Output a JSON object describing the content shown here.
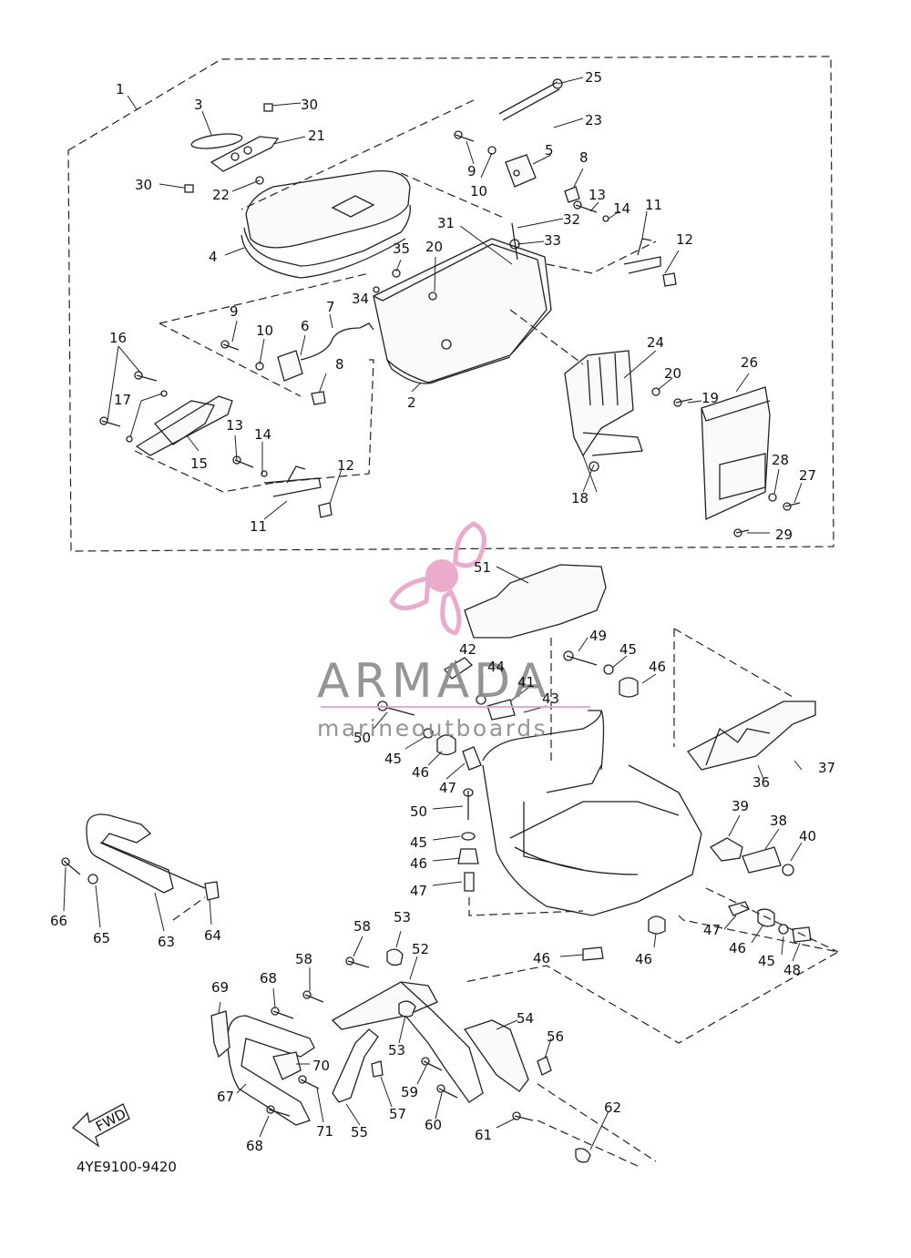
{
  "diagram": {
    "code": "4YE9100-9420",
    "fwd_label": "FWD"
  },
  "watermark": {
    "brand": "ARMADA",
    "tagline": "marineoutboards",
    "accent": "#e8a3c8"
  },
  "labels": {
    "p1": "1",
    "p2": "2",
    "p3": "3",
    "p4": "4",
    "p5": "5",
    "p6": "6",
    "p7": "7",
    "p8a": "8",
    "p8b": "8",
    "p9a": "9",
    "p9b": "9",
    "p10a": "10",
    "p10b": "10",
    "p11a": "11",
    "p11b": "11",
    "p12a": "12",
    "p12b": "12",
    "p13a": "13",
    "p13b": "13",
    "p14a": "14",
    "p14b": "14",
    "p15": "15",
    "p16": "16",
    "p17": "17",
    "p18": "18",
    "p19": "19",
    "p20a": "20",
    "p20b": "20",
    "p21": "21",
    "p22": "22",
    "p23": "23",
    "p24": "24",
    "p25": "25",
    "p26": "26",
    "p27": "27",
    "p28": "28",
    "p29": "29",
    "p30a": "30",
    "p30b": "30",
    "p31": "31",
    "p32": "32",
    "p33": "33",
    "p34": "34",
    "p35": "35",
    "p36": "36",
    "p37": "37",
    "p38": "38",
    "p39": "39",
    "p40": "40",
    "p41": "41",
    "p42": "42",
    "p43": "43",
    "p44": "44",
    "p45a": "45",
    "p45b": "45",
    "p45c": "45",
    "p45d": "45",
    "p46a": "46",
    "p46b": "46",
    "p46c": "46",
    "p46d": "46",
    "p46e": "46",
    "p46f": "46",
    "p47a": "47",
    "p47b": "47",
    "p47c": "47",
    "p48": "48",
    "p49": "49",
    "p50a": "50",
    "p50b": "50",
    "p51": "51",
    "p52": "52",
    "p53a": "53",
    "p53b": "53",
    "p54": "54",
    "p55": "55",
    "p56": "56",
    "p57": "57",
    "p58a": "58",
    "p58b": "58",
    "p59": "59",
    "p60": "60",
    "p61": "61",
    "p62": "62",
    "p63": "63",
    "p64": "64",
    "p65": "65",
    "p66": "66",
    "p67": "67",
    "p68a": "68",
    "p68b": "68",
    "p69": "69",
    "p70": "70",
    "p71": "71"
  }
}
